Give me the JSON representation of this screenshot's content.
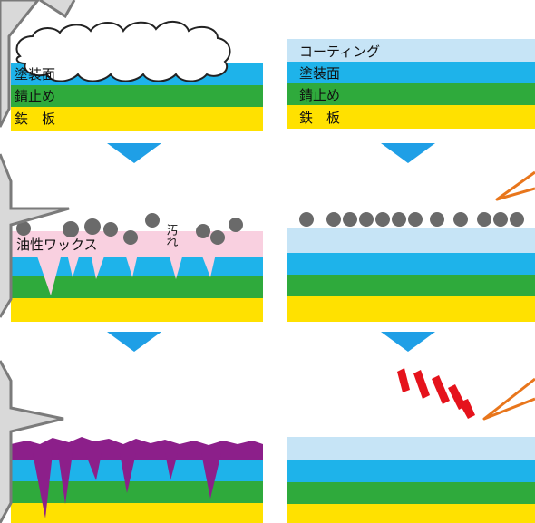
{
  "colors": {
    "coating": "#c6e4f6",
    "paint": "#1eb3ea",
    "rustproof": "#2faa3c",
    "steel": "#ffe100",
    "wax": "#f9d0e0",
    "deterioration": "#8c1f8a",
    "arrow": "#1f9fe6",
    "dirt_particle": "#6a6a6a",
    "callout_gray": "#7b7b7b",
    "callout_orange": "#e8761c",
    "repel_red": "#e5131c"
  },
  "left_column": {
    "layer_labels": {
      "paint": "塗装面",
      "rustproof": "錆止め",
      "steel": "鉄　板"
    },
    "wax_label": "油性ワックス",
    "dirt_label": "汚れ"
  },
  "right_column": {
    "layer_labels": {
      "coating": "コーティング",
      "paint": "塗装面",
      "rustproof": "錆止め",
      "steel": "鉄　板"
    }
  },
  "icons": {
    "cloud": "cloud-icon",
    "arrow": "down-arrow-icon",
    "dirt": "dirt-particle-icon",
    "repel": "repel-lines-icon"
  }
}
